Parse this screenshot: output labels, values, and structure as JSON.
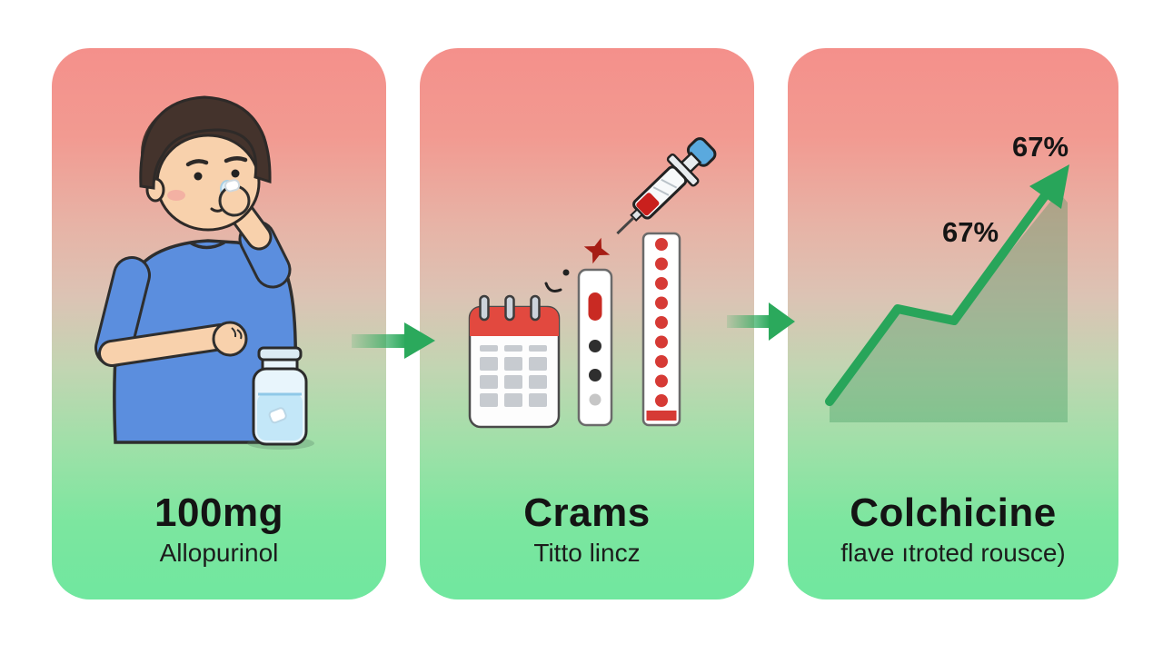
{
  "panels": [
    {
      "title": "100mg",
      "subtitle": "Allopurinol",
      "illustration": "person-taking-pill-with-water-bottle"
    },
    {
      "title": "Crams",
      "subtitle": "Titto lincz",
      "illustration": "calendar-test-strips-syringe"
    },
    {
      "title": "Colchicine",
      "subtitle": "flave ıtroted rousce)",
      "illustration": "rising-trend-chart"
    }
  ],
  "chart_data": {
    "type": "line",
    "title": "",
    "xlabel": "",
    "ylabel": "",
    "trend": "rising",
    "annotations": [
      "67%",
      "67%"
    ],
    "points_norm": [
      [
        0.0,
        0.0
      ],
      [
        0.29,
        0.44
      ],
      [
        0.52,
        0.39
      ],
      [
        1.0,
        1.0
      ]
    ],
    "area_fill": true,
    "legend": "none",
    "grid": false,
    "line_color": "#28a55a"
  },
  "colors": {
    "panel_gradient_top": "#f4908b",
    "panel_gradient_bottom": "#70e79f",
    "arrow_green": "#2ba95c",
    "accent_red": "#d63a35",
    "calendar_red": "#e2493f",
    "shirt_blue": "#5b8ede",
    "text": "#141414"
  }
}
